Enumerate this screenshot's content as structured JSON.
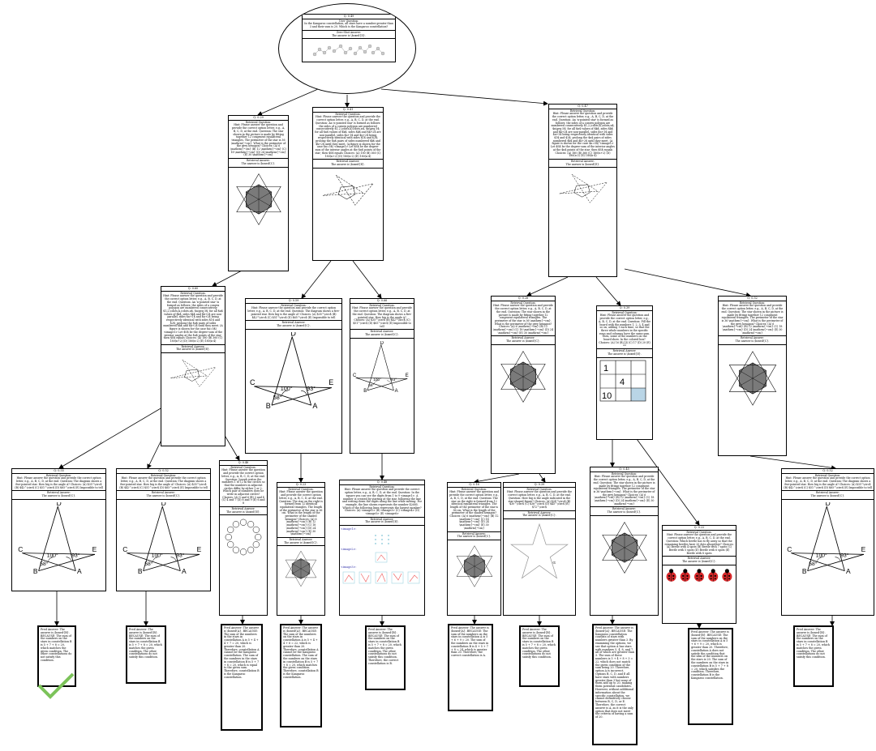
{
  "root": {
    "id": "Q: 0.49",
    "user_question_h": "User Question:",
    "user_question": "In the Kangaroo constellation, all stars have a number greater than 3 and their sum is 20. Which is the Kangaroo constellation?",
    "zero_shot_h": "Zero-Shot Answer:",
    "zero_shot": "The answer is \\boxed{D}."
  },
  "nodes": {
    "n1": {
      "id": "Q: 0.29",
      "rq_h": "Retrieval Question:",
      "rq": "Hint: Please answer the question and provide the correct option letter, e.g., A, B, C, D, at the end. Question: The star shown in the picture is made by fitting together 12 congruent equilateral triangles. The perimeter of the star is 36 \\mathrm{~cm}. What is the perimeter of the grey hexagon? Choices: (A) 6 \\mathrm{~cm} (B) 12 \\mathrm{~cm} (C) 18 \\mathrm{~cm} (D) 24 \\mathrm{~cm} (E) 30 \\mathrm{~cm}",
      "ra_h": "Retrieval Answer:",
      "ra": "The answer is \\boxed{C}."
    },
    "n2": {
      "id": "Q: 0.41",
      "rq_h": "Retrieval Question:",
      "rq": "Hint: Please answer the question and provide the correct option letter, e.g., A, B, C, D, at the end. Question: An 'n-pointed star' is formed as follows: the sides of a convex polygon are numbered consecutively $1,2,\\cdots,k,\\cdots,n$, $n\\geq 5$; for all $n$ values of $k$, sides $k$ and $k+2$ are non-parallel, sides $n+1$ and $n+2$ being respectively identical with sides $1$ and $2$; prolong the $n$ pairs of sides numbered $k$ and $k+2$ until they meet. (A figure is shown for the case $n=5$) <image1> Let $S$ be the degree-sum of the interior angles at the $n$ points of the star; then $S$ equals Choices: (A) 180 (B) 360 (C) 180(n+2) (D) 180(n-2) (E) 180(n-4)",
      "ra_h": "Retrieval Answer:",
      "ra": "The answer is \\boxed{E}."
    },
    "n3": {
      "id": "Q: 0.47",
      "rq_h": "Retrieval Question:",
      "rq": "Hint: Please answer the question and provide the correct option letter, e.g., A, B, C, D, at the end. Question: An 'n-pointed star' is formed as follows: the sides of a convex polygon are numbered consecutively $1,2,\\cdots,k,\\cdots,n$, $n\\geq 5$; for all $n$ values of $k$, sides $k$ and $k+2$ are non-parallel, sides $n+1$ and $n+2$ being respectively identical with sides $1$ and $2$; prolong the $n$ pairs of sides numbered $k$ and $k+2$ until they meet. (A figure is shown for the case $n=5$) <image1> Let $S$ be the degree-sum of the interior angles at the $n$ points of the star; then $S$ equals Choices: (A) 180 (B) 360 (C) 180(n+2) (D) 180(n-2) (E) 180(n-4)",
      "ra_h": "Retrieval Answer:",
      "ra": "The answer is \\boxed{E}."
    },
    "n4": {
      "id": "Q: 0.60",
      "rq_h": "Retrieval Question:",
      "rq": "Hint: Please answer the question and provide the correct option letter, e.g., A, B, C, D, at the end. Question: An 'n-pointed star' is formed as follows: the sides of a convex polygon are numbered consecutively $1,2,\\cdots,k,\\cdots,n$, $n\\geq 5$; for all $n$ values of $k$, sides $k$ and $k+2$ are non-parallel, sides $n+1$ and $n+2$ being respectively identical with sides $1$ and $2$; prolong the $n$ pairs of sides numbered $k$ and $k+2$ until they meet. (A figure is shown for the case $n=5$) <image1> Let $S$ be the degree-sum of the interior angles at the $n$ points of the star; then $S$ equals Choices: (A) 180 (B) 360 (C) 180(n+2) (D) 180(n-2) (E) 180(n-4)",
      "ra_h": "Retrieval Answer:",
      "ra": "The answer is \\boxed{E}."
    },
    "n5": {
      "id": "Q: 0.59",
      "rq_h": "Retrieval Question:",
      "rq": "Hint: Please answer the question and provide the correct option letter, e.g., A, B, C, D, at the end. Question: The diagram shows a five-pointed star. How big is the angle A? Choices: (A) $35^\\circ$ (B) $42^\\circ$ (C) $51^\\circ$ (D) $65^\\circ$ (E) Impossible to tell",
      "ra_h": "Retrieval Answer:",
      "ra": "The answer is \\boxed{C}."
    },
    "n6": {
      "id": "Q: 0.66",
      "rq_h": "Retrieval Question:",
      "rq": "Hint: Please answer the question and provide the correct option letter, e.g., A, B, C, D, at the end. Question: The diagram shows a five-pointed star. How big is the angle A? Choices: (A) $35^\\circ$ (B) $42^\\circ$ (C) $51^\\circ$ (D) $65^\\circ$ (E) Impossible to tell",
      "ra_h": "Retrieval Answer:",
      "ra": "The answer is \\boxed{C}."
    },
    "n7": {
      "id": "Q: 0.26",
      "rq_h": "Retrieval Question:",
      "rq": "Hint: Please answer the question and provide the correct option letter, e.g., A, B, C, D, at the end. Question: The star shown in the picture is made by fitting together 12 congruent equilateral triangles. The perimeter of the star is 36 \\mathrm{~cm}. What is the perimeter of the grey hexagon? Choices: (A) 6 \\mathrm{~cm} (B) 12 \\mathrm{~cm} (C) 18 \\mathrm{~cm} (D) 24 \\mathrm{~cm} (E) 30 \\mathrm{~cm}",
      "ra_h": "Retrieval Answer:",
      "ra": "The answer is \\boxed{C}."
    },
    "n8": {
      "id": "Q: 0.39",
      "rq_h": "Retrieval Question:",
      "rq": "Hint: Please answer the question and provide the correct option letter, e.g., A, B, C, D, at the end. Question: Fill the board with the numbers 1, 2, 3, 4 and so on, adding 1 each time, so that the three whole numbers in the specific rows and columns have the same sum. Then, some of the numbers on the board show. In the colored box? Choices: (A) 16 (B) 14 (C) 17 (D) 20 (E) 22",
      "ra_h": "Retrieval Answer:",
      "ra": "The answer is \\boxed{E}."
    },
    "n9": {
      "id": "Q: 0.52",
      "rq_h": "Retrieval Question:",
      "rq": "Hint: Please answer the question and provide the correct option letter, e.g., A, B, C, D, at the end. Question: The star shown in the picture is made by fitting together 12 congruent equilateral triangles. The perimeter of the star is 36 \\mathrm{~cm}. What is the perimeter of the grey hexagon? Choices: (A) 6 \\mathrm{~cm} (B) 12 \\mathrm{~cm} (C) 18 \\mathrm{~cm} (D) 24 \\mathrm{~cm} (E) 30 \\mathrm{~cm}",
      "ra_h": "Retrieval Answer:",
      "ra": "The answer is \\boxed{C}."
    },
    "n10": {
      "id": "Q: 0.55",
      "rq_h": "Retrieval Question:",
      "rq": "Hint: Please answer the question and provide the correct option letter, e.g., A, B, C, D, at the end. Question: The diagram shows a five-pointed star. How big is the angle A? Choices: (A) $35^\\circ$ (B) $42^\\circ$ (C) $51^\\circ$ (D) $65^\\circ$ (E) Impossible to tell",
      "ra_h": "Retrieval Answer:",
      "ra": "The answer is \\boxed{C}."
    },
    "n11": {
      "id": "Q: 0.52",
      "rq_h": "Retrieval Question:",
      "rq": "Hint: Please answer the question and provide the correct option letter, e.g., A, B, C, D, at the end. Question: The diagram shows a five-pointed star. How big is the angle A? Choices: (A) $35^\\circ$ (B) $42^\\circ$ (C) $51^\\circ$ (D) $65^\\circ$ (E) Impossible to tell",
      "ra_h": "Retrieval Answer:",
      "ra": "The answer is \\boxed{C}."
    },
    "n12": {
      "id": "Q: 0.46",
      "rq_h": "Retrieval Question:",
      "rq": "Hint: Please answer the question and provide the correct option letter, e.g., A, B, C, D, at the end. Question: Joseph writes the numbers 1 to 12 in the circles so that the numbers in adjacent circles differ by either 1 or 2. Which pair of numbers does he write in adjacent circles? Choices: (A) 5 and 6 (B) 3 and 4 (C) 4 and 7 (D) 8 and 9 (E) 6 and 8",
      "ra_h": "Retrieval Answer:",
      "ra": "The answer is \\boxed{E}."
    },
    "n13": {
      "id": "Q: 0.23",
      "rq_h": "Retrieval Question:",
      "rq": "Hint: Please answer the question and provide the correct option letter, e.g., A, B, C, D, at the end. Question: The star on the right is formed from 12 identical equilateral triangles. The length of the perimeter of the star is 36 cm. What is the length of the perimeter of the shaded hexagon? Choices: (A) 6 \\mathrm{~cm} (B) 12 \\mathrm{~cm} (C) 18 \\mathrm{~cm} (D) 24 \\mathrm{~cm} (E) 30 \\mathrm{~cm}",
      "ra_h": "Retrieval Answer:",
      "ra": "The answer is \\boxed{C}."
    },
    "n14": {
      "id": "Q: 0.48",
      "rq_h": "Retrieval Question:",
      "rq": "Hint: Please answer the question and provide the correct option letter, e.g., A, B, C, D, at the end. Question: In the square you can see the digits from 1 to 9 <image1>. A number is created by starting at the star, following the line and writing down the digits along the line while moving. For example, the line shown represents the number 42685. Which of the following lines represents the largest number? Choices: (A) <image2> (B) <image3> (C) <image4> (D) <image5> (E) <image6>",
      "ra_h": "Retrieval Answer:",
      "ra": "The answer is \\boxed{E}.",
      "img1": "<image1>:",
      "img2": "<image2>:",
      "img3": "<image3>:"
    },
    "n15": {
      "id": "Q: 0.16",
      "rq_h": "Retrieval Question:",
      "rq": "Hint: Please answer the question and provide the correct option letter, e.g., A, B, C, D, at the end. Question: The star on the right is formed from 12 identical equilateral triangles. The length of the perimeter of the star is 36 cm. What is the length of the perimeter of the shaded hexagon? Choices: (A) 6 \\mathrm{~cm} (B) 12 \\mathrm{~cm} (C) 18 \\mathrm{~cm} (D) 24 \\mathrm{~cm} (E) 30 \\mathrm{~cm}",
      "ra_h": "Retrieval Answer:",
      "ra": "The answer is \\boxed{C}."
    },
    "n16": {
      "id": "Q: 0.39",
      "rq_h": "Retrieval Question:",
      "rq": "Hint: Please answer the question and provide the correct option letter, e.g., A, B, C, D, at the end. Question: How big is the angle indicated in the star-shaped figure? Choices: (A) $24^\\circ$ (B) $30^\\circ$ (C) $36^\\circ$ (D) $45^\\circ$ (E) $72^\\circ$",
      "ra_h": "Retrieval Answer:",
      "ra": "The answer is \\boxed{C}.",
      "angle": "α"
    },
    "n17": {
      "id": "Q: 0.45",
      "rq_h": "Retrieval Question:",
      "rq": "Hint: Please answer the question and provide the correct option letter, e.g., A, B, C, D, at the end. Question: The star shown in the picture is made by fitting together 12 congruent equilateral triangles. The perimeter of the star is 36 \\mathrm{~cm}. What is the perimeter of the grey hexagon? Choices: (A) 6 \\mathrm{~cm} (B) 12 \\mathrm{~cm} (C) 18 \\mathrm{~cm} (D) 24 \\mathrm{~cm} (E) 30 \\mathrm{~cm}",
      "ra_h": "Retrieval Answer:",
      "ra": "The answer is \\boxed{C}."
    },
    "n18": {
      "id": "Q: 0.22",
      "rq_h": "Retrieval Question:",
      "rq": "Hint: Please answer the question and provide the correct option letter, e.g., A, B, C, D, at the end. Question: Which beetle has to fly away so that the remaining beetles have 20 dots altogether? Choices: (A) Beetle with 4 spots (B) Beetle with 7 spots (C) Beetle with 5 spots (D) Beetle with 6 spots (E) Beetle with 8 spots",
      "ra_h": "Retrieval Answer:",
      "ra": "The answer is \\boxed{C}."
    },
    "n19": {
      "id": "Q: 0.52",
      "rq_h": "Retrieval Question:",
      "rq": "Hint: Please answer the question and provide the correct option letter, e.g., A, B, C, D, at the end. Question: The diagram shows a five-pointed star. How big is the angle A? Choices: (A) $35^\\circ$ (B) $42^\\circ$ (C) $51^\\circ$ (D) $65^\\circ$ (E) Impossible to tell",
      "ra_h": "Retrieval Answer:",
      "ra": "The answer is \\boxed{C}."
    }
  },
  "star_labels": {
    "a": "A",
    "b": "B",
    "c": "C",
    "d": "D",
    "e": "E",
    "ang1": "100°",
    "ang2": "93°",
    "ang3": "58°"
  },
  "grid_numbers": {
    "r1": "1",
    "r2": "4",
    "r3": "10"
  },
  "leaves": {
    "l1": "Pred Answer: The answer is \\boxed{B}. BECAUSE: The sum of the numbers on the stars in constellation B is 5 + 7 + 8 = 20, which matches the given condition. The other constellations do not satisfy this condition.",
    "l2": "Pred Answer: The answer is \\boxed{B}. BECAUSE: The sum of the numbers on the stars in constellation B is 5 + 7 + 8 = 20, which matches the given condition. The other constellations do not satisfy this condition.",
    "l3": "Pred Answer: The answer is \\boxed{A}. BECAUSE: The sum of the numbers in the stars in constellation A is 5 + 4 + 4 + 7 = 20, which is greater than 20. Therefore, constellation A cannot be the Kangaroo constellation. The sum of the numbers in the stars in constellation B is 5 + 7 + 8 = 20, which is equal to the given sum. Therefore, constellation B is the Kangaroo constellation.",
    "l4": "Pred Answer: The answer is \\boxed{A}. BECAUSE: The sum of the numbers on the stars in constellation A is 5 + 4 + 4 + 6 = 22, which is greater than 20. Therefore, constellation A cannot be the Kangaroo constellation. The sum of the numbers on the stars in constellation B is 5 + 7 + 8 = 20, which matches the given condition. Therefore, constellation B is the Kangaroo constellation.",
    "l5": "Pred Answer: The answer is \\boxed{B}. BECAUSE: The sum of the numbers on the stars in constellation B is 5 + 7 + 8 = 20, which matches the given condition. The other constellations do not satisfy this condition. Therefore, the correct constellation is B.",
    "l6": "Pred Answer: The answer is \\boxed{A}. BECAUSE: The sum of the numbers on the stars in constellation A is 5 + 6 + 9 = 20. The sum of the numbers on the stars in constellation B is 4 + 5 + 7 + 8 = 24, which is greater than 20. Therefore, the correct constellation is A.",
    "l7": "Pred Answer: The answer is \\boxed{B}. BECAUSE: The sum of the numbers on the stars in constellation B is 5 + 7 + 8 = 20, which matches the given condition. The other constellations do not satisfy this condition.",
    "l8": "Pred Answer: The answer is \\boxed{A}. BECAUSE: The Kangaroo constellation consists of stars with numbers greater than 3. By examining the options, we see that option A has stars with numbers 5, 4, 8, and 7, all of which are greater than 3. The sum of these numbers is 5 + 4 + 8 + 3 = 22, which does not match the given condition of the sum being 20. Therefore, option A is incorrect. Options B, C, D, and E all have stars with numbers greater than 3 but none of them add up to 20, making them potential candidates. However, without additional information about the specific constellation, we cannot definitively choose between B, C, D, or E. Therefore, the correct answer is A, as it is the only option that does not meet the criteria of having a sum of 20.",
    "l9": "Pred Answer: The answer is \\boxed{B}. BECAUSE: The sum of the numbers on the stars in constellation A is 5 + 6 + 9 = 20, which is greater than 20. Therefore, constellation A does not satisfy the condition that the sum of the numbers on the stars is 20. The sum of the numbers on the stars in constellation B is 5 + 7 + 8 = 20, which satisfies the condition. Therefore, constellation B is the Kangaroo constellation.",
    "l10": "Pred Answer: The answer is \\boxed{B}. BECAUSE: The sum of the numbers on the stars in constellation B is 5 + 7 + 8 = 20, which matches the given condition. The other constellations do not satisfy this condition."
  },
  "colors": {
    "grey": "#7a7a7a",
    "line": "#000000",
    "check": "#7cc35a",
    "gridfill": "#b9d5e6",
    "link": "#3333aa",
    "ladybug": "#d8282a"
  }
}
